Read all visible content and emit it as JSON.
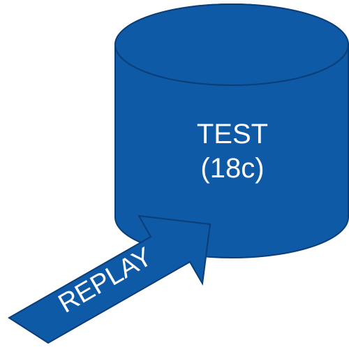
{
  "database": {
    "name": "TEST",
    "version": "(18c)"
  },
  "arrow": {
    "label": "REPLAY"
  },
  "colors": {
    "fill": "#0E5AA7",
    "stroke": "#0B3D77",
    "text": "#FFFFFF"
  }
}
